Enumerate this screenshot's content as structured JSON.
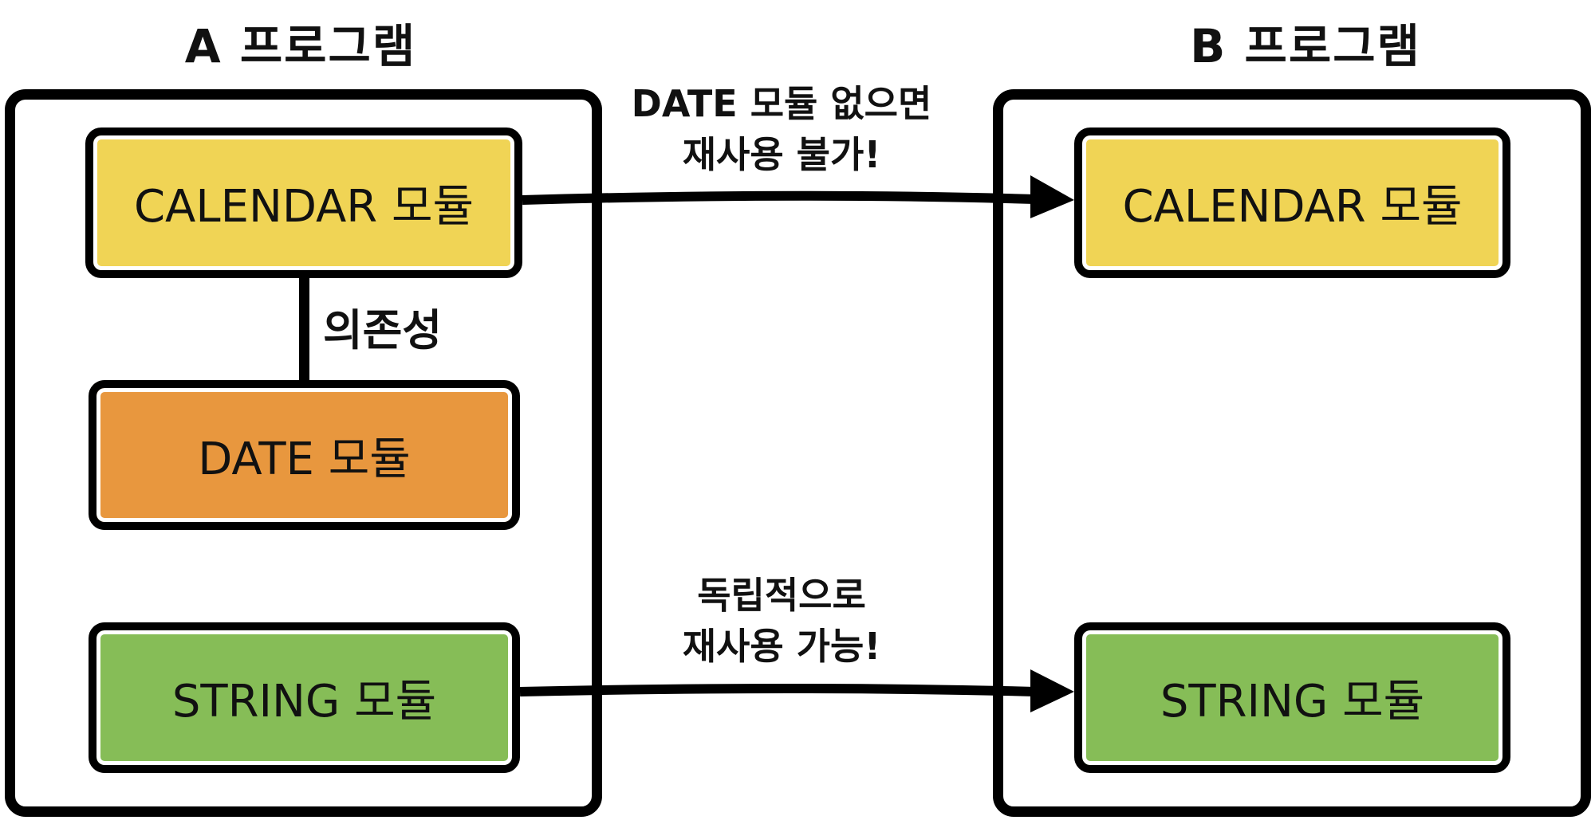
{
  "colors": {
    "calendar_module": "#f0d455",
    "date_module": "#e8973e",
    "string_module": "#86bd57",
    "outline": "#000000",
    "background": "#ffffff"
  },
  "program_a": {
    "title": "A 프로그램",
    "modules": {
      "calendar": "CALENDAR 모듈",
      "date": "DATE 모듈",
      "string": "STRING 모듈"
    },
    "dependency_label": "의존성"
  },
  "program_b": {
    "title": "B 프로그램",
    "modules": {
      "calendar": "CALENDAR 모듈",
      "string": "STRING 모듈"
    }
  },
  "arrows": {
    "calendar_reuse": {
      "line1": "DATE 모듈 없으면",
      "line2": "재사용 불가!"
    },
    "string_reuse": {
      "line1": "독립적으로",
      "line2": "재사용 가능!"
    }
  }
}
